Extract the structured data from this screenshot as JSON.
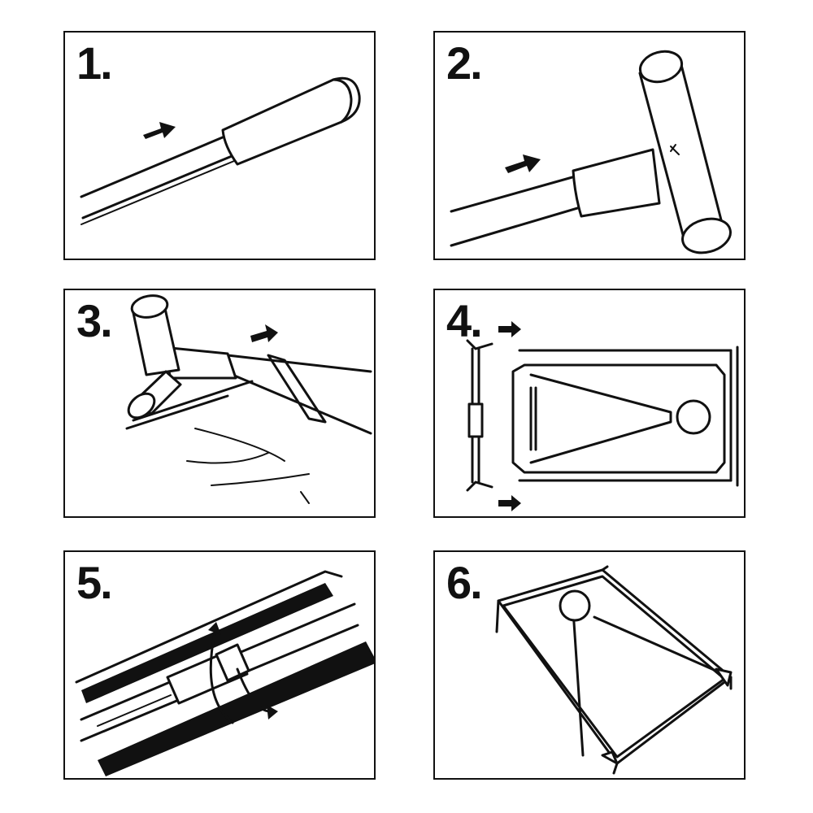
{
  "steps": [
    {
      "label": "1."
    },
    {
      "label": "2."
    },
    {
      "label": "3."
    },
    {
      "label": "4."
    },
    {
      "label": "5."
    },
    {
      "label": "6."
    }
  ],
  "colors": {
    "line": "#111111",
    "background": "#ffffff"
  },
  "icons": [
    "arrow-right-icon",
    "pipe-connector-icon",
    "tee-connector-icon",
    "rotate-arrow-icon"
  ]
}
